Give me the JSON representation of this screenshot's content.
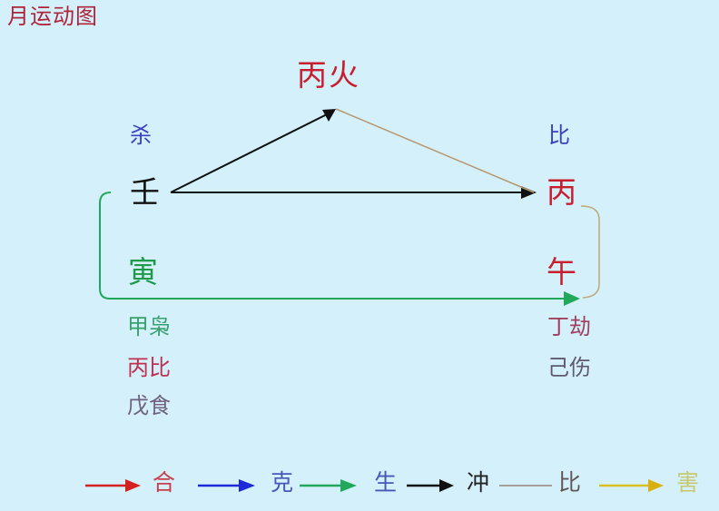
{
  "title": "月运动图",
  "colors": {
    "background": "#D4F0FA",
    "he": "#D42020",
    "ke": "#1E2AD8",
    "sheng": "#22A85A",
    "chong": "#111111",
    "bi": "#B8A080",
    "hai": "#D8C020"
  },
  "nodes": {
    "top": "丙火",
    "left_column": {
      "ten_god": "杀",
      "stem": "壬",
      "branch": "寅",
      "hidden_stems": [
        {
          "text": "甲枭",
          "color": "#3AA070"
        },
        {
          "text": "丙比",
          "color": "#C03050"
        },
        {
          "text": "戊食",
          "color": "#706080"
        }
      ]
    },
    "right_column": {
      "ten_god": "比",
      "stem": "丙",
      "branch": "午",
      "hidden_stems": [
        {
          "text": "丁劫",
          "color": "#A04060"
        },
        {
          "text": "己伤",
          "color": "#605870"
        }
      ]
    }
  },
  "relations": [
    {
      "from": "壬",
      "to": "丙火",
      "type": "冲",
      "color": "#111111"
    },
    {
      "from": "壬",
      "to": "丙",
      "type": "冲",
      "color": "#111111"
    },
    {
      "from": "丙火",
      "to": "丙",
      "type": "比",
      "color": "#B8A080"
    },
    {
      "from": "壬/寅",
      "to": "午",
      "type": "生",
      "color": "#22A85A"
    },
    {
      "from": "丙",
      "to": "午",
      "type": "比",
      "color": "#B8A080"
    }
  ],
  "legend": [
    {
      "label": "合",
      "color": "#D42020",
      "label_color": "#C84050",
      "arrow": true
    },
    {
      "label": "克",
      "color": "#1E2AD8",
      "label_color": "#4858B8",
      "arrow": true
    },
    {
      "label": "生",
      "color": "#22A85A",
      "label_color": "#4858B8",
      "arrow": true
    },
    {
      "label": "冲",
      "color": "#111111",
      "label_color": "#222222",
      "arrow": true
    },
    {
      "label": "比",
      "color": "#A8A098",
      "label_color": "#605858",
      "arrow": false
    },
    {
      "label": "害",
      "color": "#D8C020",
      "label_color": "#C8C870",
      "arrow": true
    }
  ]
}
